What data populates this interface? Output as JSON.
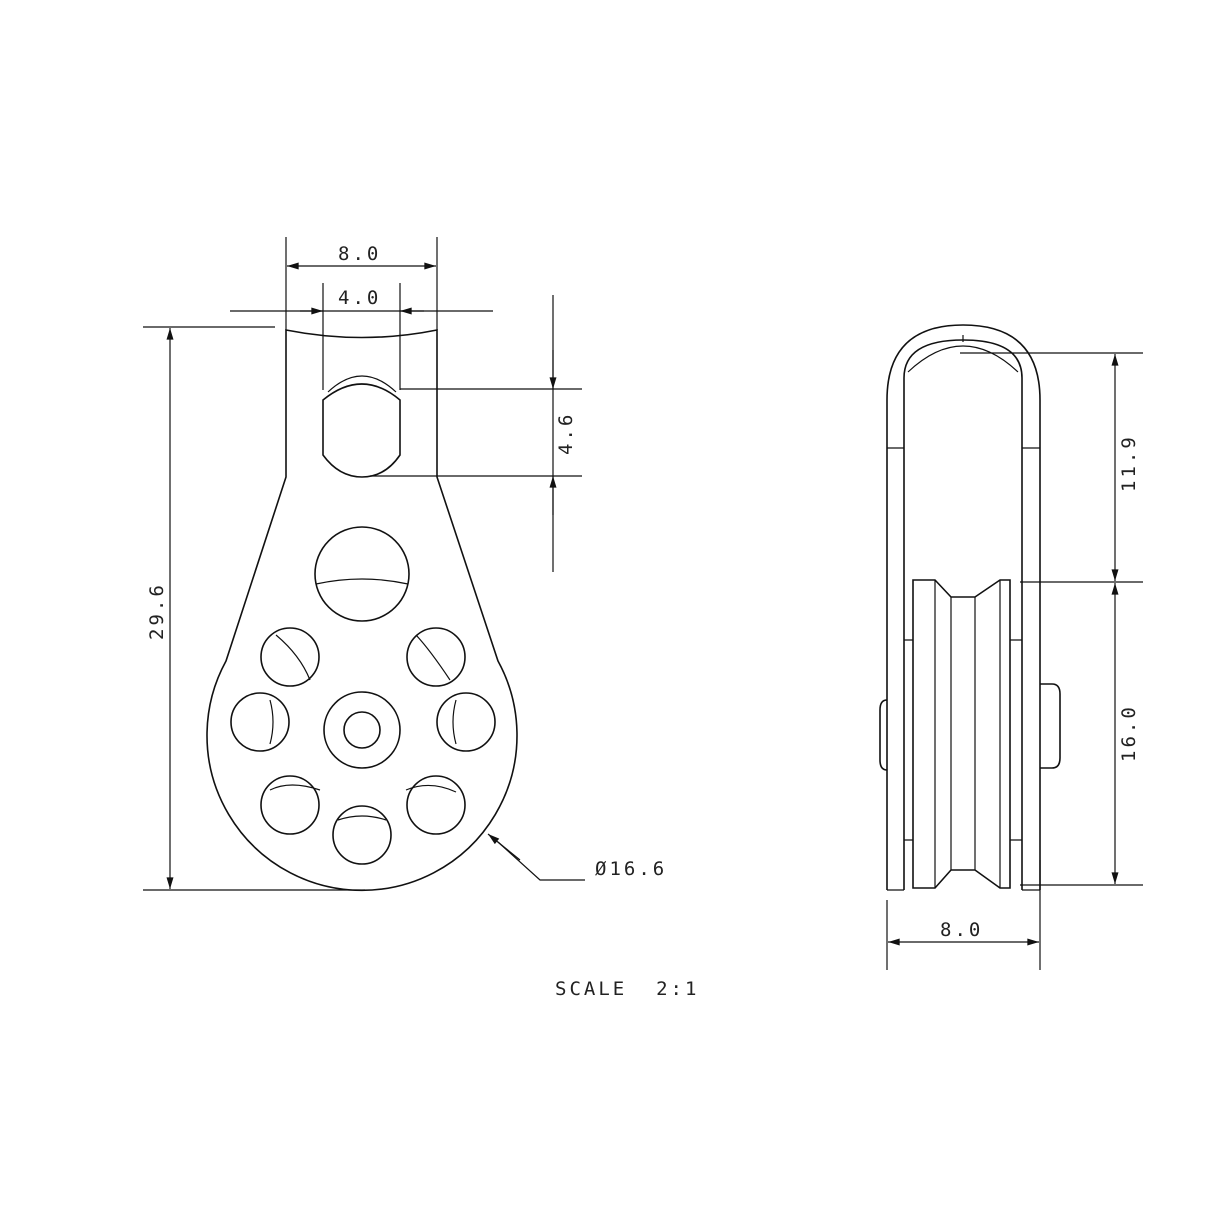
{
  "front_view": {
    "width_label": "8.0",
    "slot_width_label": "4.0",
    "height_label": "29.6",
    "slot_height_label": "4.6",
    "diameter_label": "Ø16.6"
  },
  "side_view": {
    "upper_label": "11.9",
    "lower_label": "16.0",
    "width_label": "8.0"
  },
  "scale_label": "SCALE  2:1",
  "colors": {
    "line": "#111111",
    "background": "#ffffff"
  }
}
